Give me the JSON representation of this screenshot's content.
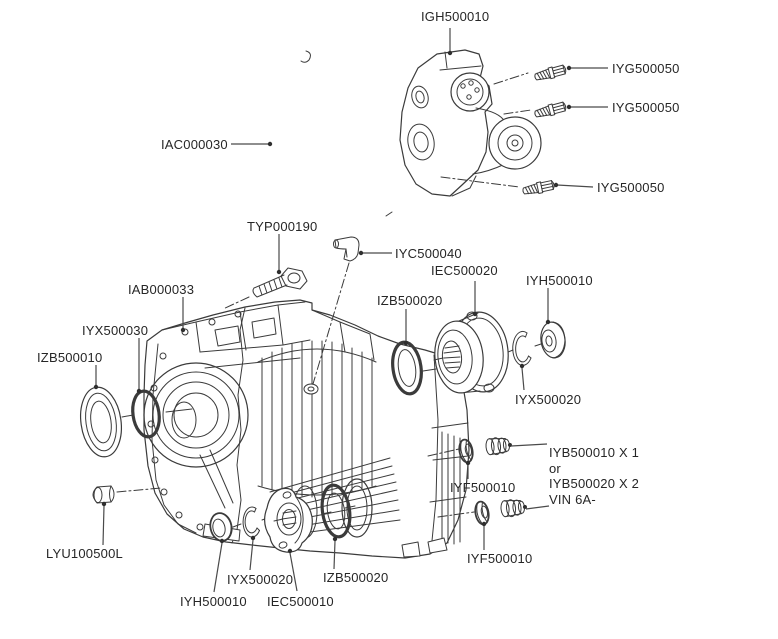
{
  "colors": {
    "background": "#ffffff",
    "line_ink": "#3b3b3b",
    "text_ink": "#262626"
  },
  "labels": {
    "motor": "IGH500010",
    "motor_bolt_1": "IYG500050",
    "motor_bolt_2": "IYG500050",
    "motor_bolt_3": "IYG500050",
    "breather_pipe": "IAC000030",
    "bolt_long": "TYP000190",
    "elbow": "IYC500040",
    "housing": "IAB000033",
    "front_oring": "IYX500030",
    "front_seal": "IZB500010",
    "rear_seal": "IZB500020",
    "rear_flange": "IEC500020",
    "rear_snap_ring": "IYX500020",
    "rear_cap": "IYH500010",
    "note_line1": "IYB500010 X 1",
    "note_line2": "or",
    "note_line3": "IYB500020 X 2",
    "note_line4": "VIN 6A-",
    "washer_upper": "IYF500010",
    "washer_lower": "IYF500010",
    "plug_small": "LYU100500L",
    "bottom_snap_ring": "IYX500020",
    "bottom_seal": "IZB500020",
    "bottom_cap": "IYH500010",
    "bottom_flange": "IEC500010"
  }
}
